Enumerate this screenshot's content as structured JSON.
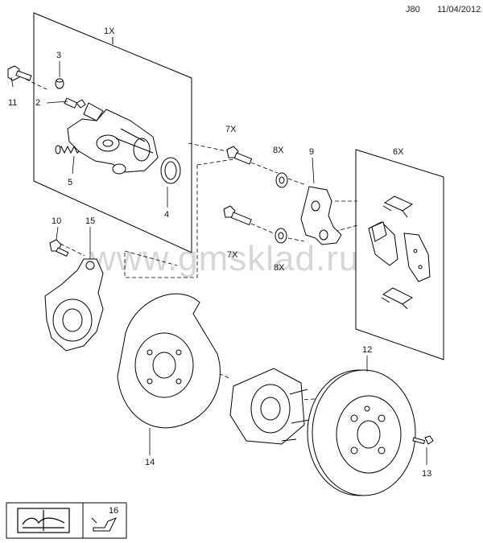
{
  "header": {
    "code": "J80",
    "date": "11/04/2012"
  },
  "watermark": "www.gmsklad.ru",
  "group_labels": {
    "caliper_assembly": "1X",
    "guide_pins_top": "7X",
    "guide_pins_bottom": "7X",
    "bushings_top": "8X",
    "bushings_bottom": "8X",
    "pads_group": "6X"
  },
  "callouts": {
    "c2": "2",
    "c3": "3",
    "c4": "4",
    "c5": "5",
    "c9": "9",
    "c10": "10",
    "c11": "11",
    "c12": "12",
    "c13": "13",
    "c14": "14",
    "c15": "15",
    "c16": "16"
  },
  "legend_icons": [
    "manual-icon",
    "oil-can-icon"
  ]
}
